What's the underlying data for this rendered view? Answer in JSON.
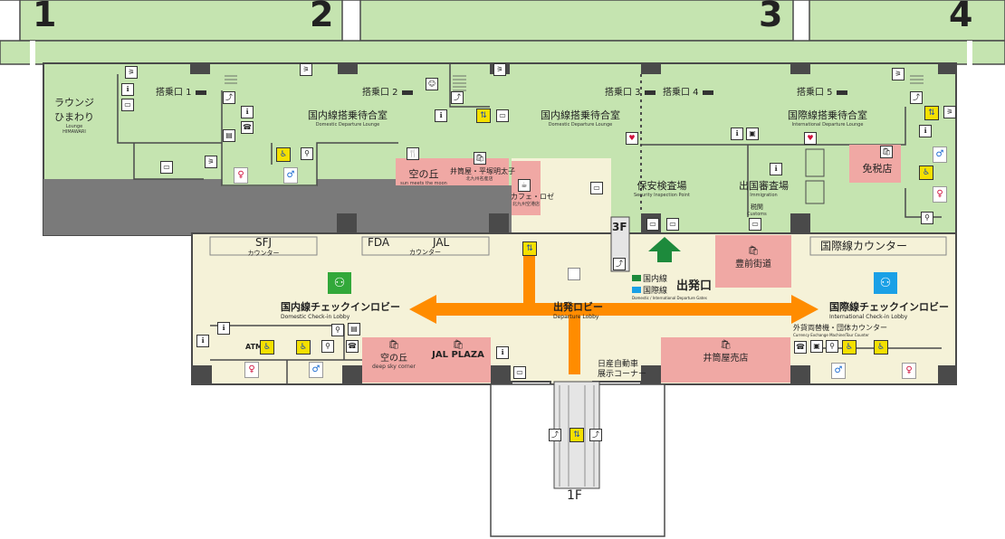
{
  "gate_numbers": [
    "1",
    "2",
    "3",
    "4"
  ],
  "boarding_gates": [
    "搭乗口 1",
    "搭乗口 2",
    "搭乗口 3",
    "搭乗口 4",
    "搭乗口 5"
  ],
  "lounge": {
    "ja1": "ラウンジ",
    "ja2": "ひまわり",
    "en1": "Lounge",
    "en2": "HIMAWARI"
  },
  "domestic_departure_lounge": {
    "ja": "国内線搭乗待合室",
    "en": "Domestic Departure Lounge"
  },
  "domestic_departure_lounge_2": {
    "ja": "国内線搭乗待合室",
    "en": "Domestic Departure Lounge"
  },
  "international_departure_lounge": {
    "ja": "国際線搭乗待合室",
    "en": "International Departure Lounge"
  },
  "shops_upper": [
    {
      "ja": "空の丘",
      "en": "sun meets the moon"
    },
    {
      "ja": "井筒屋・平塚明太子",
      "en": "北九州名産店"
    },
    {
      "ja": "カフェ・ロゼ",
      "en": "北九州空港店"
    },
    {
      "ja": "免税店",
      "en": ""
    }
  ],
  "security": {
    "ja": "保安検査場",
    "en": "Security Inspection Point"
  },
  "immigration": {
    "ja": "出国審査場",
    "en": "Immigration"
  },
  "customs": {
    "ja": "税関",
    "en": "Customs"
  },
  "floor_3f": "3F",
  "floor_1f": "1F",
  "departure_exit": {
    "label": "出発口",
    "domestic": "国内線",
    "international": "国際線",
    "en": "Domestic / International Departure Gates"
  },
  "counters": {
    "sfj": "SFJ",
    "sfj_sub": "カウンター",
    "fda": "FDA",
    "jal": "JAL",
    "fda_jal_sub": "カウンター",
    "intl": "国際線カウンター"
  },
  "lobbies": {
    "domestic": {
      "ja": "国内線チェックインロビー",
      "en": "Domestic Check-in Lobby"
    },
    "departure": {
      "ja": "出発ロビー",
      "en": "Departure Lobby"
    },
    "international": {
      "ja": "国際線チェックインロビー",
      "en": "International Check-in Lobby"
    }
  },
  "exchange": {
    "ja": "外貨両替機・団体カウンター",
    "en": "Currency Exchange Machine/Tour Counter"
  },
  "shops_lower": [
    {
      "ja": "空の丘",
      "en": "deep sky corner"
    },
    {
      "ja": "JAL PLAZA",
      "en": ""
    },
    {
      "ja": "井筒屋売店",
      "en": ""
    },
    {
      "ja": "豊前街道",
      "en": ""
    }
  ],
  "car_exhibit": {
    "l1": "日産自動車",
    "l2": "展示コーナー"
  },
  "atm": "ATM",
  "colors": {
    "green": "#c5e4b0",
    "cream": "#f5f2d8",
    "gray": "#7a7a7a",
    "pink": "#f0a8a4",
    "orange": "#ff8c00",
    "walls": "#4a4a4a",
    "exit_arrow": "#1d8a3c",
    "lobby_green": "#32a83a",
    "lobby_blue": "#1aa0e6"
  },
  "icons": [
    "restroom-icon",
    "wheelchair-icon",
    "elevator-icon",
    "escalator-icon",
    "stairs-icon",
    "atm-icon",
    "phone-icon",
    "aed-icon",
    "shop-icon",
    "smoking-icon",
    "info-icon",
    "nursing-room-icon"
  ]
}
